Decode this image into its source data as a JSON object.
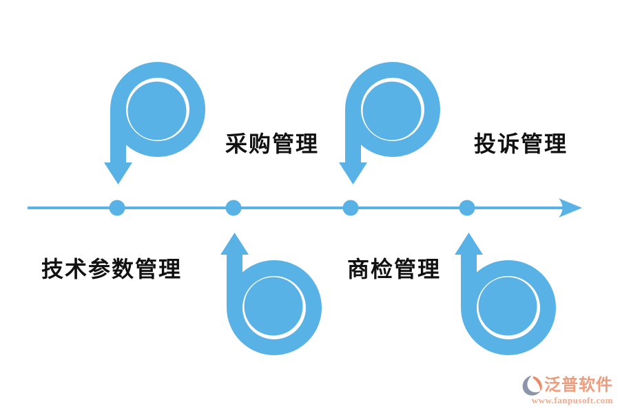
{
  "diagram": {
    "type": "timeline-flow",
    "colors": {
      "primary": "#58B2E5",
      "text": "#111111"
    },
    "nodes": [
      {
        "label": "技术参数管理",
        "arrow": "curl-arrow-from-above",
        "label_position": "below-line"
      },
      {
        "label": "采购管理",
        "arrow": "curl-arrow-from-below",
        "label_position": "above-line"
      },
      {
        "label": "商检管理",
        "arrow": "curl-arrow-from-above",
        "label_position": "below-line"
      },
      {
        "label": "投诉管理",
        "arrow": "curl-arrow-from-below",
        "label_position": "above-line"
      }
    ]
  },
  "watermark": {
    "brand": "泛普软件",
    "url": "www.fanpusoft.com",
    "colors": {
      "brand": "#EE9C7B",
      "url": "#F1A98D",
      "logo_gray": "#8C96A8",
      "logo_salmon": "#E98C68"
    }
  }
}
